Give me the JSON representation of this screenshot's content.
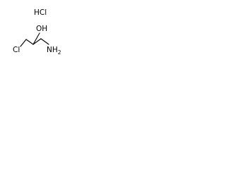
{
  "structure": {
    "atoms": {
      "hcl_label": "HCl",
      "oh_label": "OH",
      "cl_label": "Cl",
      "nh2_label": "NH2"
    },
    "bonds": [
      {
        "from": "Cl",
        "to": "C1",
        "order": 1
      },
      {
        "from": "C1",
        "to": "C2",
        "order": 1
      },
      {
        "from": "C2",
        "to": "OH",
        "order": 1
      },
      {
        "from": "C2",
        "to": "C3",
        "order": 1
      },
      {
        "from": "C3",
        "to": "NH2",
        "order": 1
      }
    ],
    "colors": {
      "ink": "#000000",
      "background": "#ffffff"
    }
  }
}
